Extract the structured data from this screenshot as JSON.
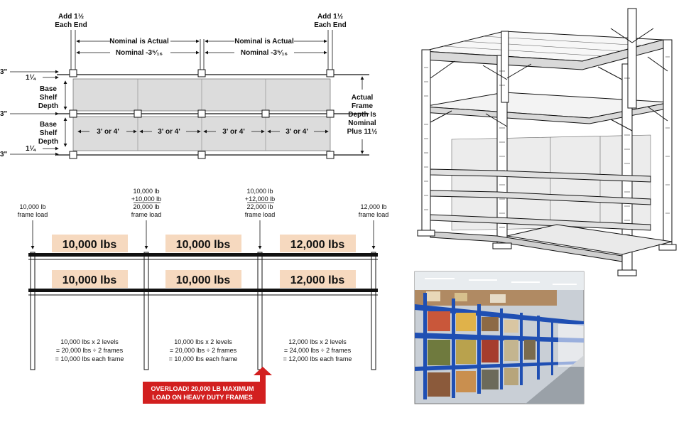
{
  "plan": {
    "add_left": [
      "Add 1½",
      "Each End"
    ],
    "add_right": [
      "Add 1½",
      "Each End"
    ],
    "nominal_actual": "Nominal is Actual",
    "nominal_minus": "Nominal -3⁵⁄₁₆",
    "left_inch": "3\"",
    "one_quarter": "1¼",
    "base_shelf_depth": [
      "Base",
      "Shelf",
      "Depth"
    ],
    "bay_width": "3' or 4'",
    "actual_frame": [
      "Actual",
      "Frame",
      "Depth Is",
      "Nominal",
      "Plus 11½"
    ]
  },
  "loads": {
    "frame_labels": [
      [
        "10,000 lb",
        "frame load"
      ],
      [
        "10,000 lb",
        "+10,000 lb",
        "20,000 lb",
        "frame load"
      ],
      [
        "10,000 lb",
        "+12,000 lb",
        "22,000 lb",
        "frame load"
      ],
      [
        "12,000 lb",
        "frame load"
      ]
    ],
    "boxes": [
      "10,000 lbs",
      "10,000 lbs",
      "12,000 lbs",
      "10,000 lbs",
      "10,000 lbs",
      "12,000 lbs"
    ],
    "calcs": [
      [
        "10,000 lbs x 2 levels",
        "= 20,000 lbs ÷ 2 frames",
        "= 10,000 lbs each frame"
      ],
      [
        "10,000 lbs x 2 levels",
        "= 20,000 lbs ÷ 2 frames",
        "= 10,000 lbs each frame"
      ],
      [
        "12,000 lbs x 2 levels",
        "= 24,000 lbs ÷ 2 frames",
        "= 12,000 lbs each frame"
      ]
    ],
    "warning": [
      "OVERLOAD! 20,000 LB MAXIMUM",
      "LOAD ON HEAVY DUTY FRAMES"
    ]
  },
  "colors": {
    "box_fill": "#f6d9bf",
    "warn_red": "#d21f1f",
    "shelf_fill": "#dcdcdc",
    "beam_black": "#111111",
    "rack_blue": "#1f4fb3"
  }
}
